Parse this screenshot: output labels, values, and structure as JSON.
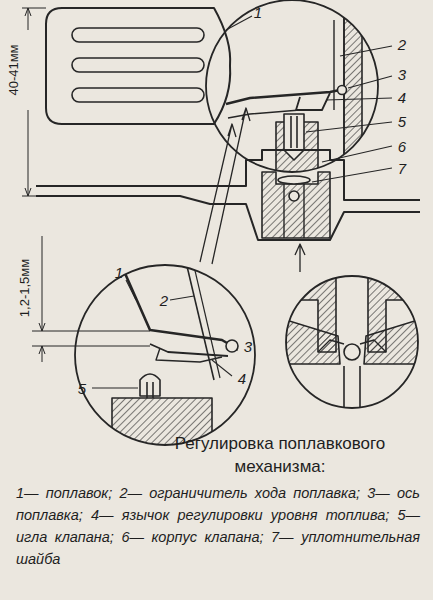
{
  "diagram": {
    "title": "Регулировка поплавкового механизма:",
    "caption": "1— поплавок; 2— ограничитель хода поплавка; 3— ось поплавка; 4— язычок регулировки уровня топлива; 5— игла клапана; 6— корпус клапана; 7— уплотнительная шайба",
    "labels": [
      "1",
      "2",
      "3",
      "4",
      "5",
      "6",
      "7",
      "40-41мм",
      "1,2-1,5мм",
      "1",
      "2",
      "3",
      "4",
      "5"
    ]
  }
}
